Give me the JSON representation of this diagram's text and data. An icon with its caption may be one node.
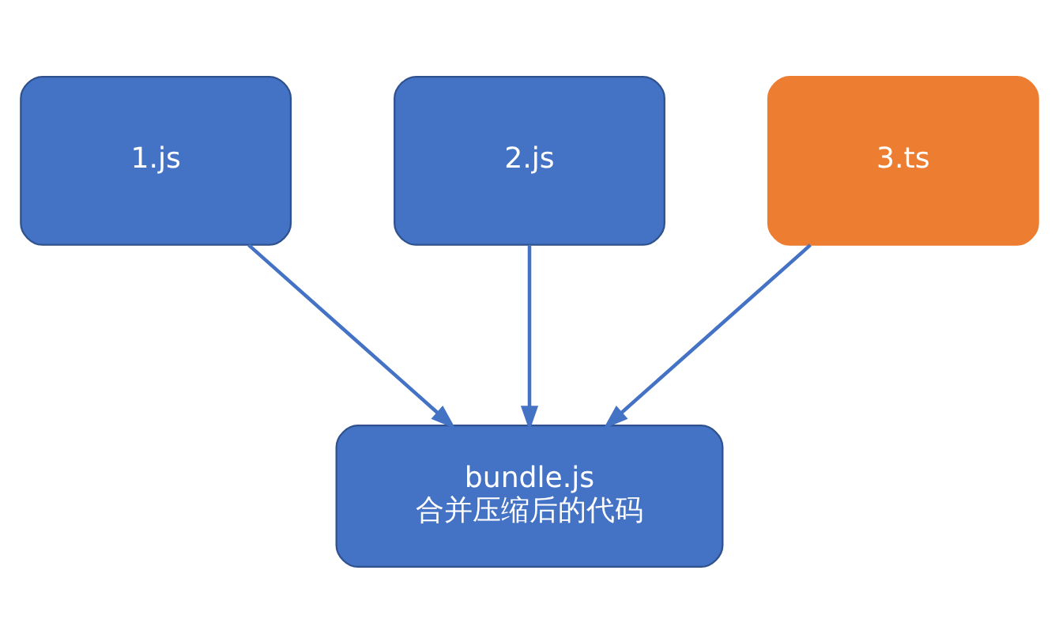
{
  "diagram": {
    "nodes": [
      {
        "text": [
          "1.js"
        ]
      },
      {
        "text": [
          "2.js"
        ]
      },
      {
        "text": [
          "3.ts"
        ]
      },
      {
        "text": [
          "bundle.js",
          "合并压缩后的代码"
        ]
      }
    ],
    "edges": [
      {
        "from": 0,
        "to": 3,
        "arrow": "to"
      },
      {
        "from": 1,
        "to": 3,
        "arrow": "to"
      },
      {
        "from": 2,
        "to": 3,
        "arrow": "to"
      }
    ]
  }
}
